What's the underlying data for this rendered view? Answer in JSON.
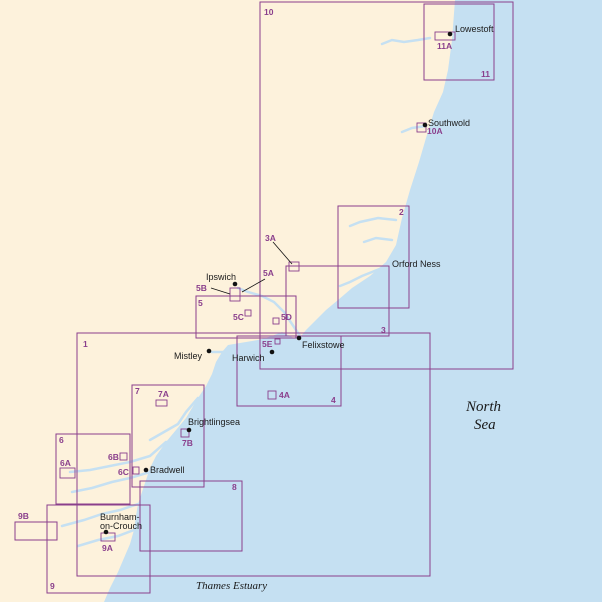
{
  "colors": {
    "sea": "#c5e0f2",
    "land": "#fdf2dc",
    "chart_outline": "#8a3f8c",
    "label": "#1a1a1a"
  },
  "sea_labels": {
    "north_sea_line1": "North",
    "north_sea_line2": "Sea",
    "thames_estuary": "Thames Estuary"
  },
  "places": {
    "lowestoft": "Lowestoft",
    "southwold": "Southwold",
    "orford_ness": "Orford Ness",
    "ipswich": "Ipswich",
    "felixstowe": "Felixstowe",
    "mistley": "Mistley",
    "harwich": "Harwich",
    "brightlingsea": "Brightlingsea",
    "bradwell": "Bradwell",
    "burnham_line1": "Burnham-",
    "burnham_line2": "on-Crouch"
  },
  "chart_numbers": {
    "c1": "1",
    "c2": "2",
    "c3": "3",
    "c3a": "3A",
    "c4": "4",
    "c4a": "4A",
    "c5": "5",
    "c5a": "5A",
    "c5b": "5B",
    "c5c": "5C",
    "c5d": "5D",
    "c5e": "5E",
    "c6": "6",
    "c6a": "6A",
    "c6b": "6B",
    "c6c": "6C",
    "c7": "7",
    "c7a": "7A",
    "c7b": "7B",
    "c8": "8",
    "c9": "9",
    "c9a": "9A",
    "c9b": "9B",
    "c10": "10",
    "c10a": "10A",
    "c11": "11",
    "c11a": "11A"
  }
}
